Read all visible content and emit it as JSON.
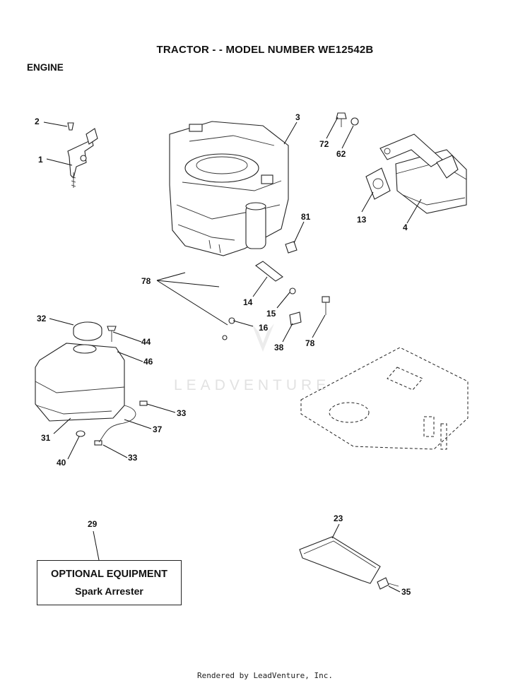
{
  "title": "TRACTOR - - MODEL NUMBER WE12542B",
  "section": "ENGINE",
  "watermark": "LEADVENTURE",
  "callouts": [
    "1",
    "2",
    "3",
    "72",
    "62",
    "13",
    "4",
    "81",
    "78",
    "14",
    "15",
    "16",
    "38",
    "78",
    "32",
    "44",
    "46",
    "33",
    "37",
    "31",
    "40",
    "33",
    "29",
    "23",
    "35"
  ],
  "optional_box": {
    "title": "OPTIONAL EQUIPMENT",
    "subtitle": "Spark Arrester"
  },
  "footer": "Rendered by LeadVenture, Inc."
}
